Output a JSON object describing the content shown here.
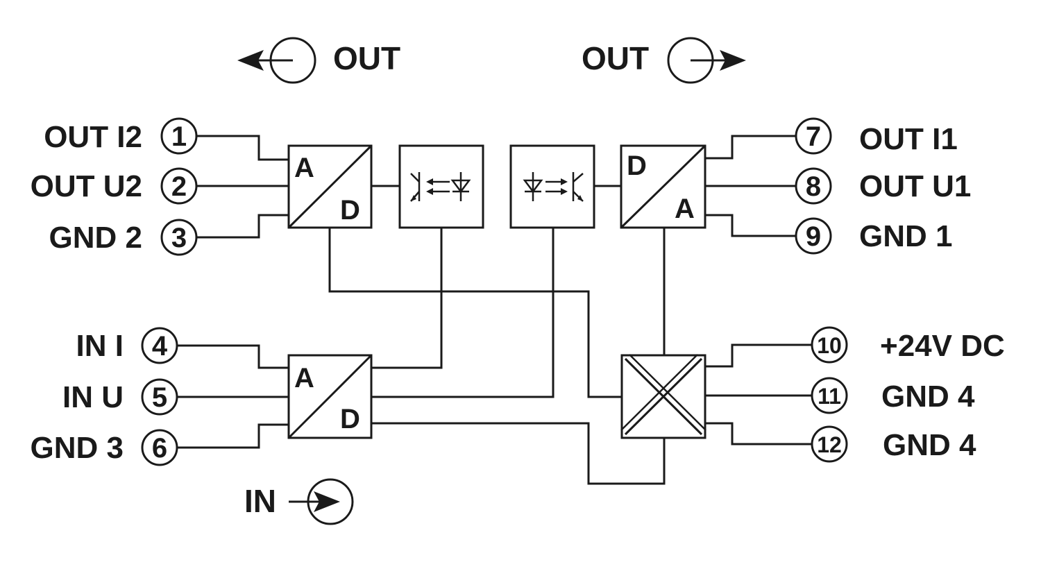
{
  "indicators": {
    "out_left": "OUT",
    "out_right": "OUT",
    "in": "IN"
  },
  "blocks": {
    "adc_out": {
      "top": "A",
      "bottom": "D"
    },
    "dac": {
      "top": "D",
      "bottom": "A"
    },
    "adc_in": {
      "top": "A",
      "bottom": "D"
    }
  },
  "terminals": [
    {
      "pin": "1",
      "label": "OUT I2"
    },
    {
      "pin": "2",
      "label": "OUT U2"
    },
    {
      "pin": "3",
      "label": "GND 2"
    },
    {
      "pin": "4",
      "label": "IN I"
    },
    {
      "pin": "5",
      "label": "IN U"
    },
    {
      "pin": "6",
      "label": "GND 3"
    },
    {
      "pin": "7",
      "label": "OUT I1"
    },
    {
      "pin": "8",
      "label": "OUT U1"
    },
    {
      "pin": "9",
      "label": "GND 1"
    },
    {
      "pin": "10",
      "label": "+24V DC"
    },
    {
      "pin": "11",
      "label": "GND 4"
    },
    {
      "pin": "12",
      "label": "GND 4"
    }
  ],
  "icons": [
    "arrow-left-icon",
    "arrow-right-icon",
    "arrow-in-icon",
    "optocoupler-icon",
    "power-supply-icon"
  ]
}
